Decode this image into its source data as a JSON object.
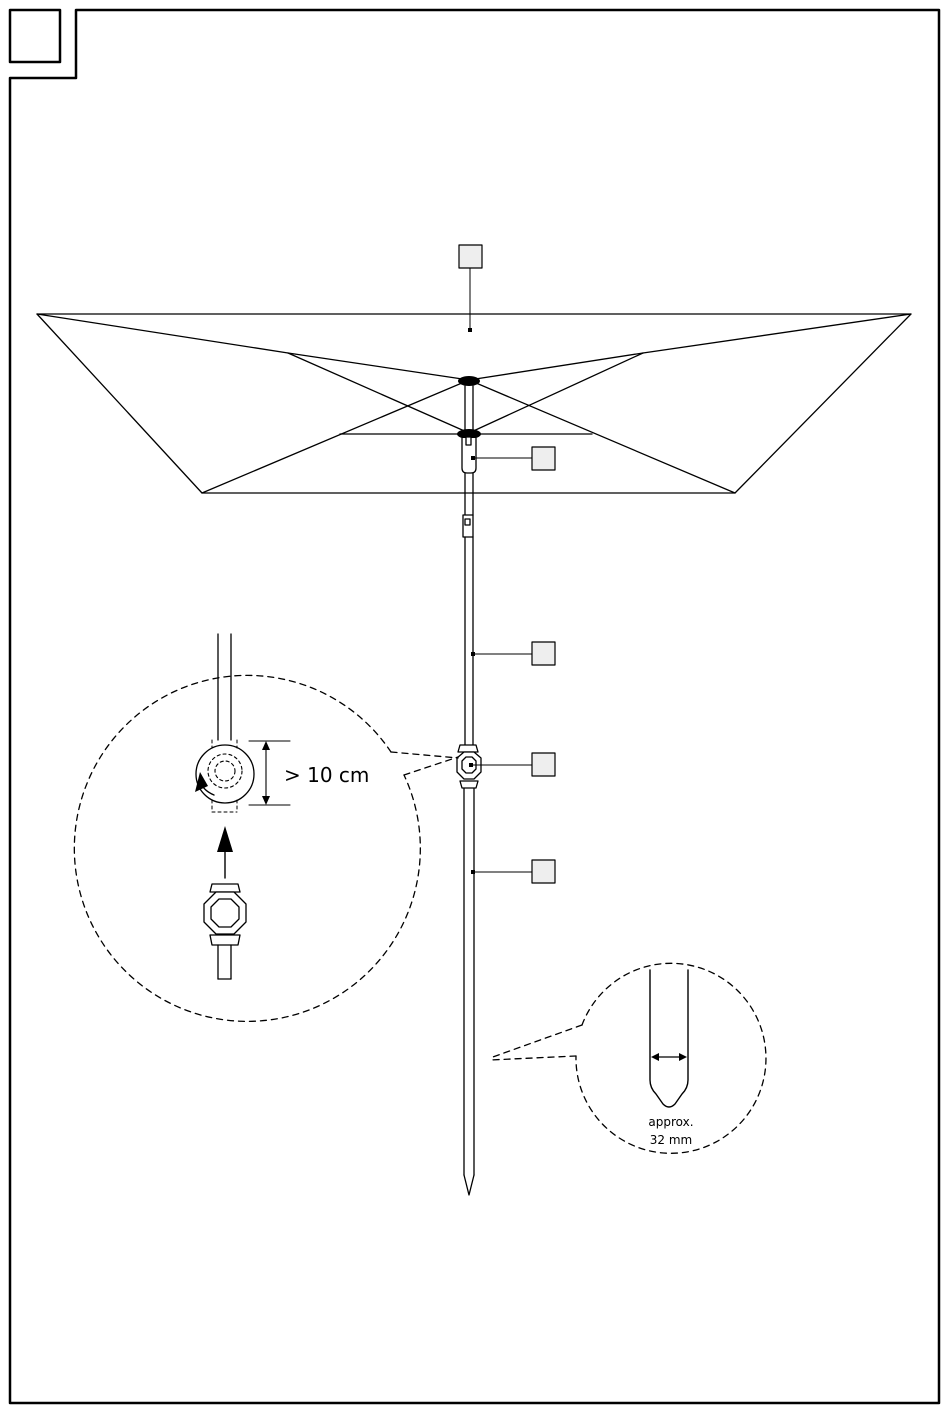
{
  "figure": {
    "step_label": "",
    "callout_labels": [
      "",
      "",
      "",
      "",
      ""
    ]
  },
  "detail_left": {
    "measurement": "> 10 cm"
  },
  "detail_right": {
    "note_line1": "approx.",
    "note_line2": "32 mm"
  },
  "colors": {
    "line": "#000000",
    "callout_fill": "#eeeeee",
    "background": "#ffffff"
  }
}
